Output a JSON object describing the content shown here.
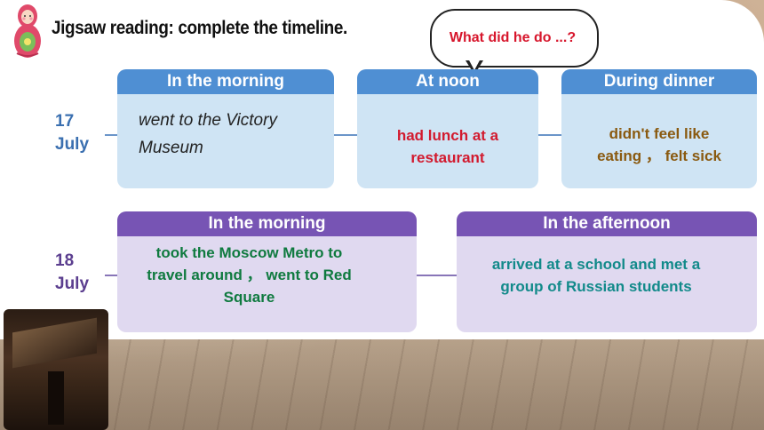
{
  "header": {
    "title": "Jigsaw reading: complete the timeline."
  },
  "bubble": {
    "text": "What did he do ...?"
  },
  "days": [
    {
      "label_line1": "17",
      "label_line2": "July",
      "cards": [
        {
          "heading": "In the morning",
          "given_line1": "went to the Victory",
          "given_line2": "Museum"
        },
        {
          "heading": "At noon",
          "answer_line1": "had lunch at a",
          "answer_line2": "restaurant"
        },
        {
          "heading": "During dinner",
          "answer_line1": "didn't feel like",
          "answer_line2": "eating ， felt sick"
        }
      ]
    },
    {
      "label_line1": "18",
      "label_line2": "July",
      "cards": [
        {
          "heading": "In the morning",
          "answer_line1": "took the Moscow Metro to",
          "answer_line2": "travel around ，  went to Red",
          "answer_line3": "Square"
        },
        {
          "heading": "In the afternoon",
          "answer_line1": "arrived at a school and met a",
          "answer_line2": "group of Russian students"
        }
      ]
    }
  ],
  "colors": {
    "blue_header": "#4f8fd3",
    "blue_card": "#cfe4f4",
    "purple_header": "#7754b4",
    "purple_card": "#e0d9f0",
    "answer_red": "#d21a2e",
    "answer_olive": "#8a5a10",
    "answer_green": "#0f7a3f",
    "answer_teal": "#128a8a"
  },
  "icons": {
    "doll": "matryoshka-doll-icon"
  }
}
